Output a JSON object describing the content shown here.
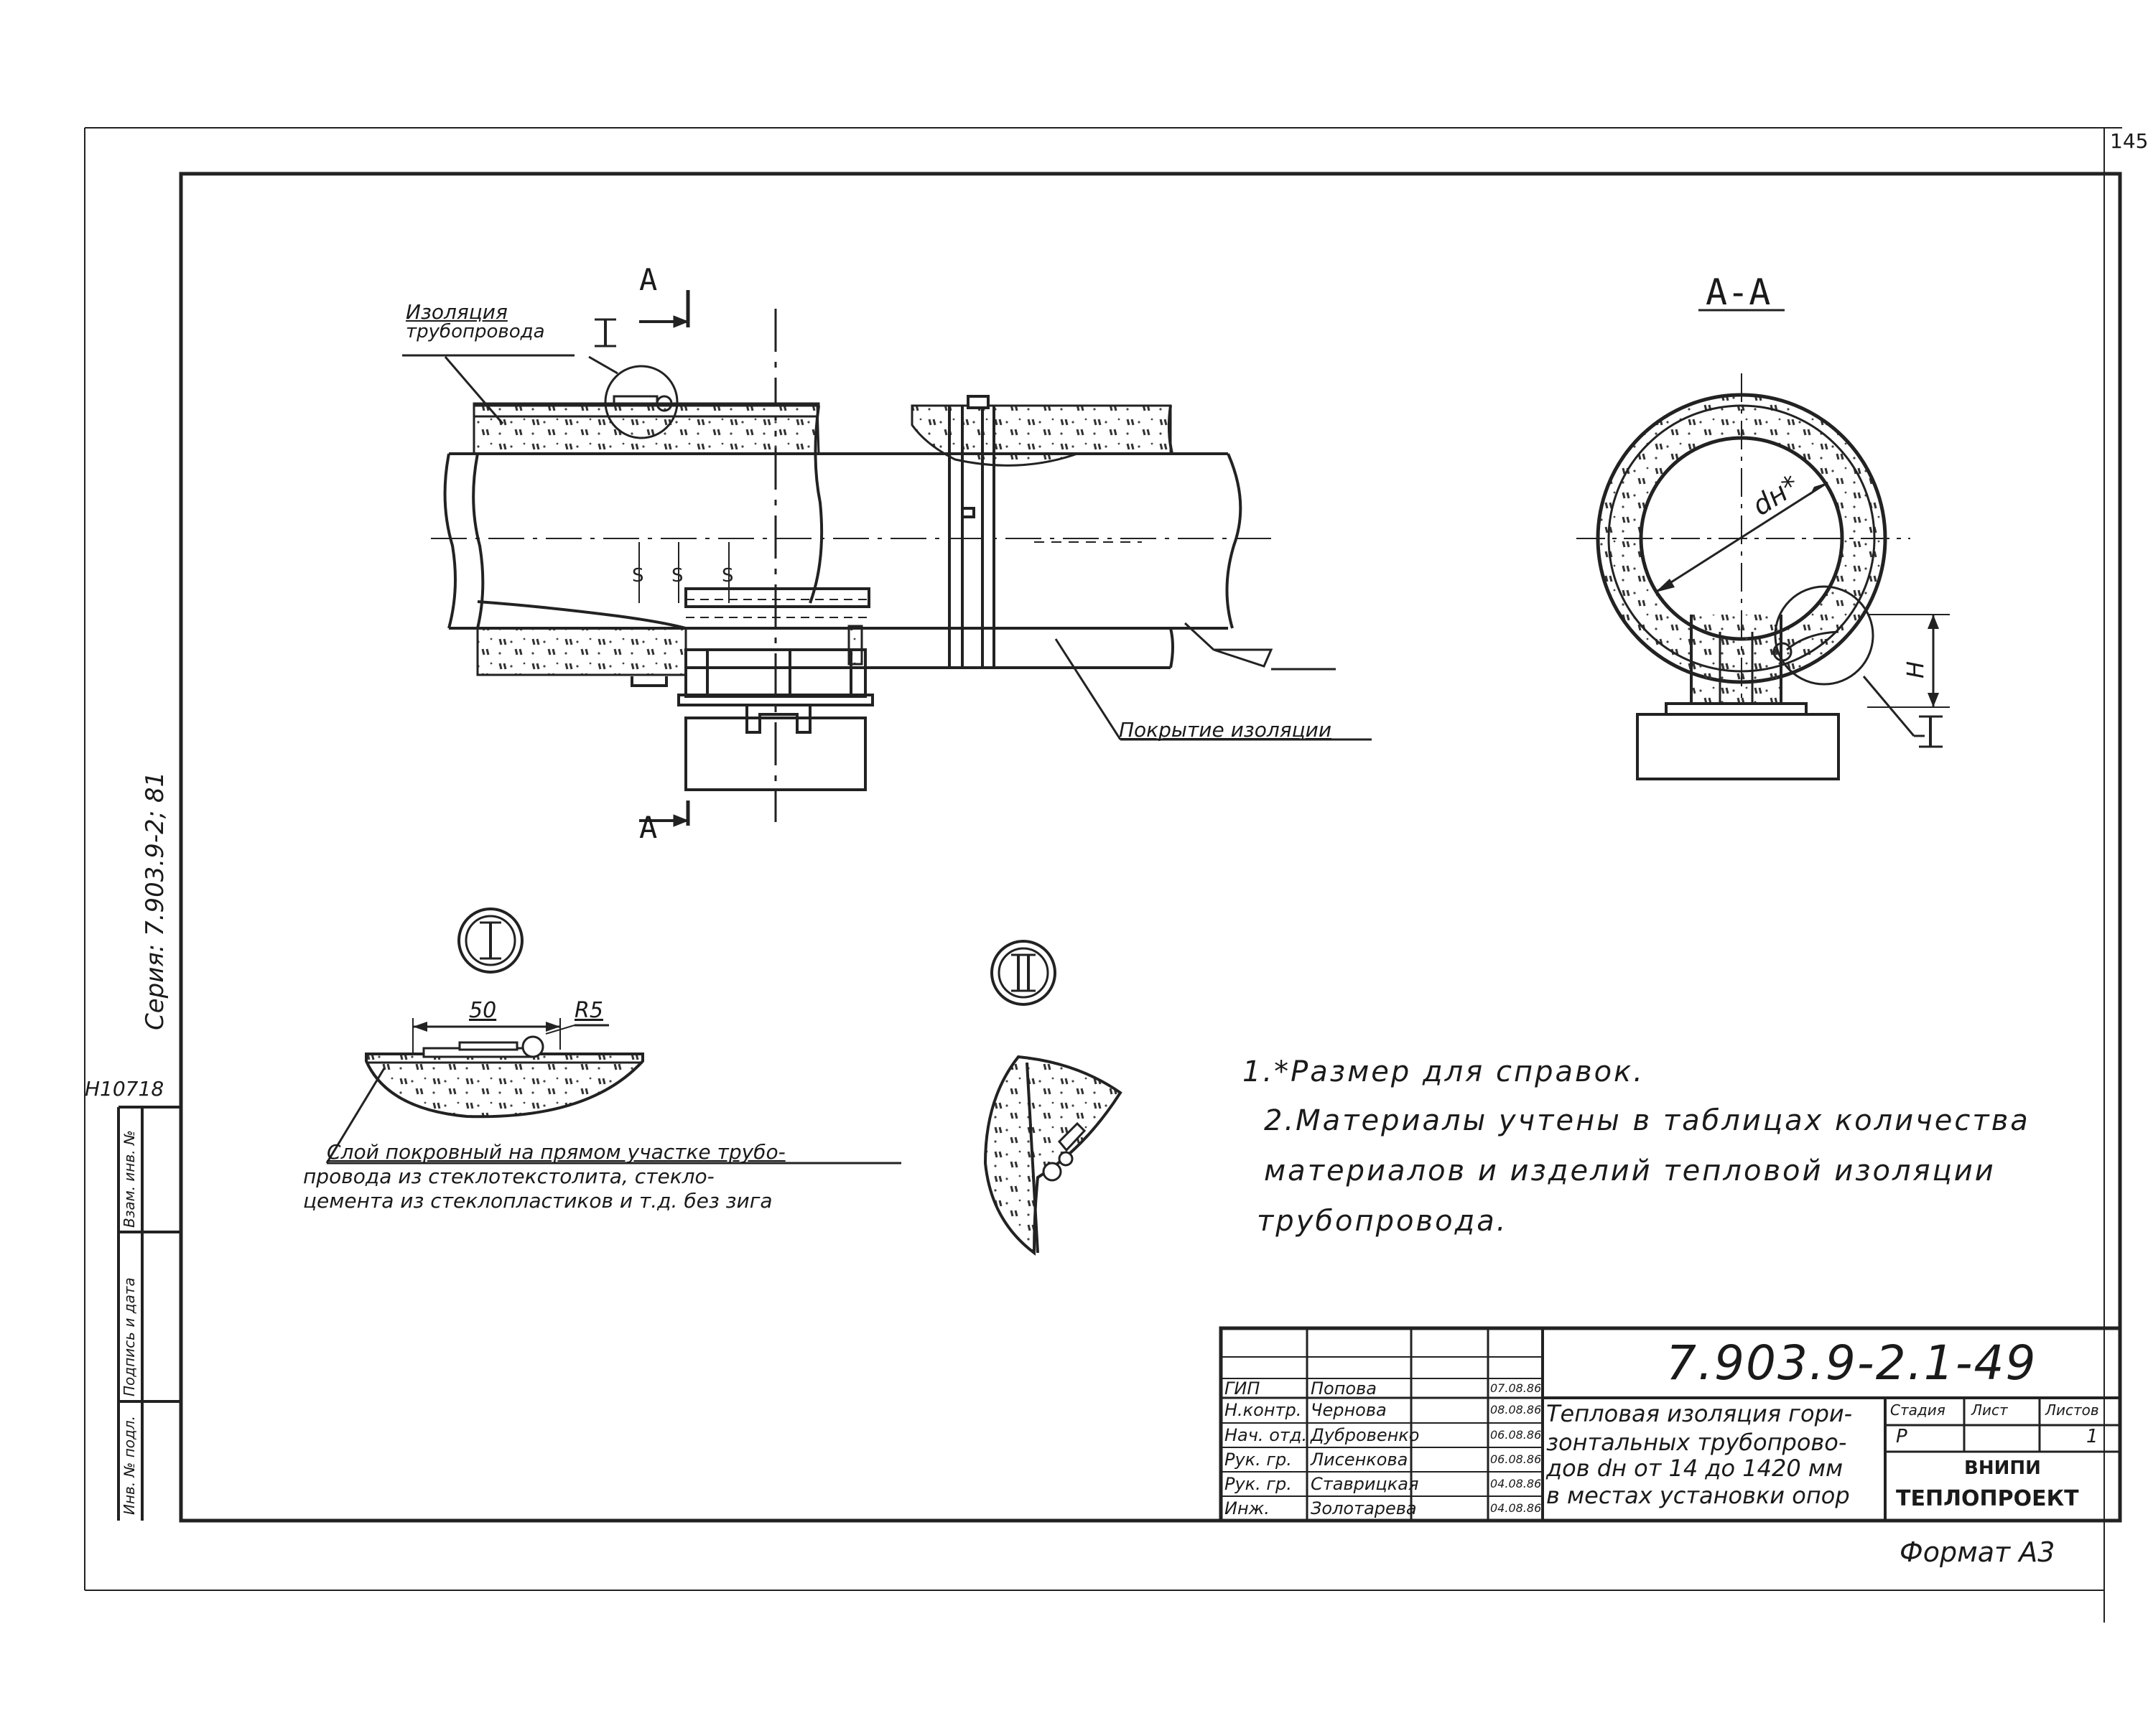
{
  "page_number": "145",
  "labels": {
    "insulation": [
      "Изоляция",
      "трубопровода"
    ],
    "callout_one": "I",
    "callout_two": "II",
    "section_mark": "А",
    "section_title": "А-А",
    "diameter": "dн*",
    "height": "Н",
    "coating": "Покрытие изоляции",
    "dim_50": "50",
    "dim_r5": "R5"
  },
  "detail_one_caption": [
    "Слой покровный на прямом участке трубо-",
    "провода из стеклотекстолита, стекло-",
    "цемента из стеклопластиков и т.д. без зига"
  ],
  "notes": [
    "1.*Размер для справок.",
    "2.Материалы учтены в таблицах количества",
    "материалов и изделий тепловой изоляции",
    "трубопровода."
  ],
  "margin": {
    "series": "Серия: 7.903.9-2; 81",
    "inv_number": "Н10718",
    "columns": [
      "Инв. № подл.",
      "Подпись и дата",
      "Взам. инв. №"
    ]
  },
  "title_block": {
    "doc_number": "7.903.9-2.1-49",
    "title_lines": [
      "Тепловая изоляция гори-",
      "зонтальных трубопрово-",
      "дов dн от 14 до 1420 мм",
      "в местах установки опор"
    ],
    "signatures": [
      {
        "role": "ГИП",
        "name": "Попова",
        "date": "07.08.86"
      },
      {
        "role": "Н.контр.",
        "name": "Чернова",
        "date": "08.08.86"
      },
      {
        "role": "Нач. отд.",
        "name": "Дубровенко",
        "date": "06.08.86"
      },
      {
        "role": "Рук. гр.",
        "name": "Лисенкова",
        "date": "06.08.86"
      },
      {
        "role": "Рук. гр.",
        "name": "Ставрицкая",
        "date": "04.08.86"
      },
      {
        "role": "Инж.",
        "name": "Золотарева",
        "date": "04.08.86"
      }
    ],
    "stage_header": "Стадия",
    "sheet_header": "Лист",
    "sheets_header": "Листов",
    "stage": "Р",
    "sheets": "1",
    "org_line1": "ВНИПИ",
    "org_line2": "ТЕПЛОПРОЕКТ"
  },
  "format": "Формат А3"
}
